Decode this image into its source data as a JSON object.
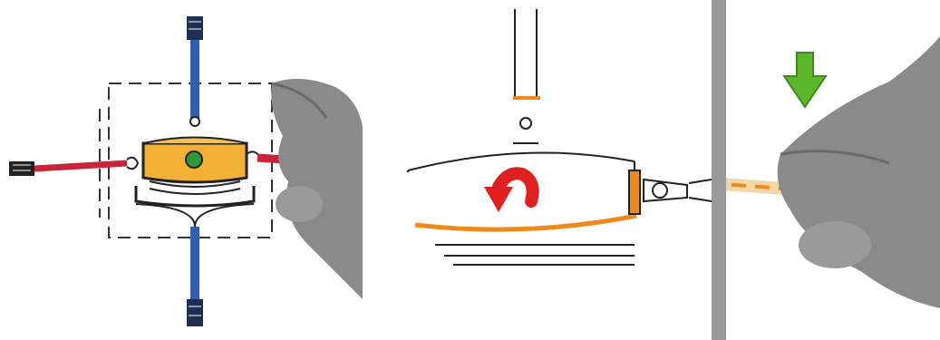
{
  "figure": {
    "panels": [
      {
        "id": "left",
        "subject": "top-view-sketch"
      },
      {
        "id": "middle",
        "subject": "side-view-sketch"
      },
      {
        "id": "right",
        "subject": "hand-pressing-close-up"
      }
    ],
    "colors": {
      "body_orange": "#f2b134",
      "highlight_orange": "#ee8a1c",
      "wire_red": "#c8243a",
      "wire_blue": "#2f5fb0",
      "arrow_red": "#e0201f",
      "arrow_green": "#5cb82a",
      "indicator_green": "#2f9a35",
      "skin_gray": "#8a8a8a",
      "divider_gray": "#9a9a9a",
      "ink": "#1a1a1a"
    },
    "icons": [
      "curved-rotation-arrow-icon",
      "down-arrow-icon"
    ]
  }
}
